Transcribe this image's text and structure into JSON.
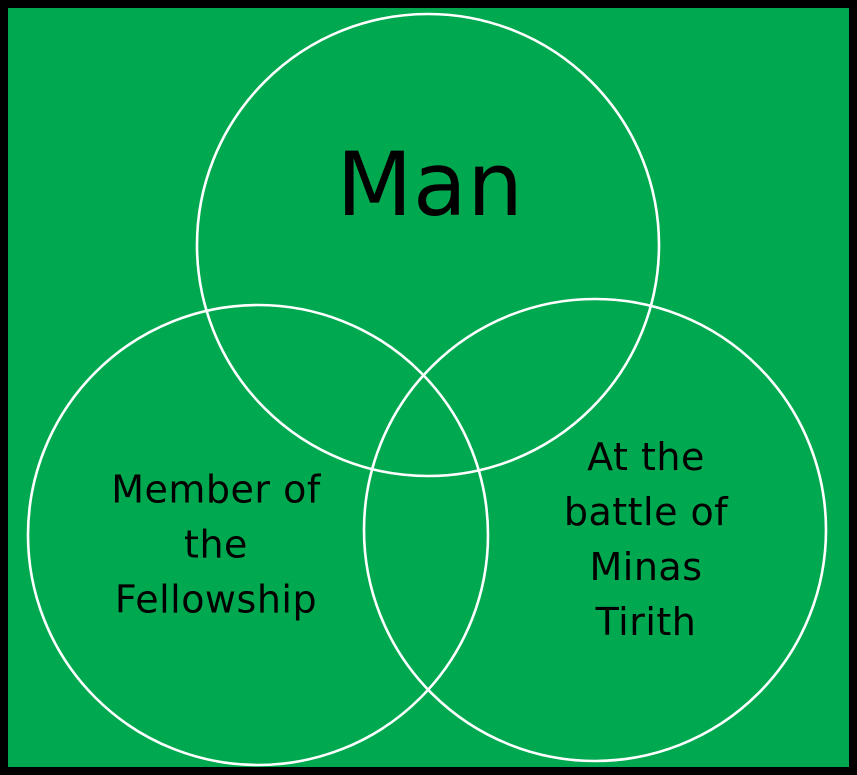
{
  "diagram": {
    "kind": "venn-diagram",
    "background_color": "#00A94F",
    "frame_color": "#000000",
    "circle_stroke_color": "#FFFFFF",
    "text_color": "#000000",
    "sets": [
      {
        "id": "man",
        "label": "Man",
        "lines": [
          "Man"
        ]
      },
      {
        "id": "member-of-the-fellowship",
        "label": "Member of the Fellowship",
        "lines": [
          "Member of",
          "the",
          "Fellowship"
        ]
      },
      {
        "id": "at-the-battle-of-minas-tirith",
        "label": "At the battle of Minas Tirith",
        "lines": [
          "At the",
          "battle of",
          "Minas",
          "Tirith"
        ]
      }
    ]
  }
}
